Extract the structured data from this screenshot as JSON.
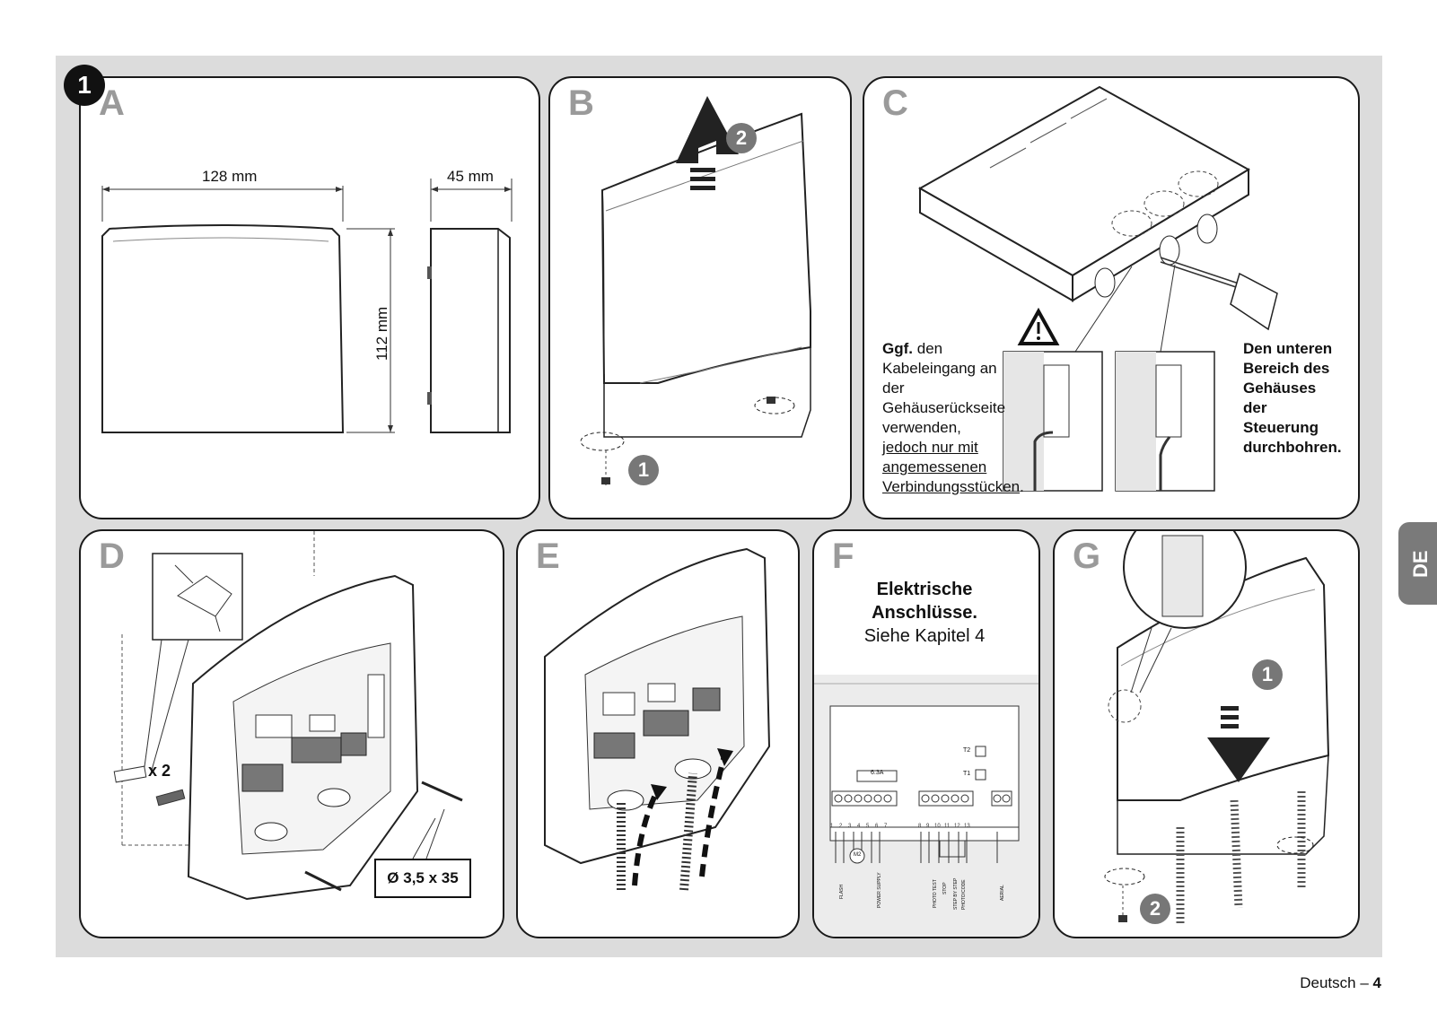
{
  "step_number": "1",
  "panels": {
    "a": {
      "label": "A",
      "width_label": "128 mm",
      "depth_label": "45 mm",
      "height_label": "112 mm"
    },
    "b": {
      "label": "B",
      "marker_1": "1",
      "marker_2": "2"
    },
    "c": {
      "label": "C",
      "left_bold": "Ggf.",
      "left_text": "den Kabeleingang an der Gehäuserückseite verwenden,",
      "left_underlined": "jedoch nur mit angemessenen Verbindungsstücken",
      "left_end": ".",
      "right_bold": "Den unteren Bereich des Gehäuses der Steuerung durchbohren."
    },
    "d": {
      "label": "D",
      "count_label": "x 2",
      "screw_label": "Ø 3,5 x 35"
    },
    "e": {
      "label": "E"
    },
    "f": {
      "label": "F",
      "title_line1": "Elektrische",
      "title_line2": "Anschlüsse.",
      "subtitle": "Siehe Kapitel 4",
      "fuse_label": "6.3A",
      "t2": "T2",
      "t1": "T1",
      "terminal_numbers": [
        "1",
        "2",
        "3",
        "4",
        "5",
        "6",
        "7",
        "8",
        "9",
        "10",
        "11",
        "12",
        "13"
      ],
      "bottom_labels": [
        "FLASH",
        "POWER SUPPLY",
        "PHOTO TEST",
        "STOP",
        "STEP BY STEP",
        "PHOTO/CODE",
        "AERIAL"
      ],
      "motor_label": "M2"
    },
    "g": {
      "label": "G",
      "marker_1": "1",
      "marker_2": "2"
    }
  },
  "language_tab": "DE",
  "footer": {
    "language": "Deutsch",
    "separator": "–",
    "page": "4"
  }
}
